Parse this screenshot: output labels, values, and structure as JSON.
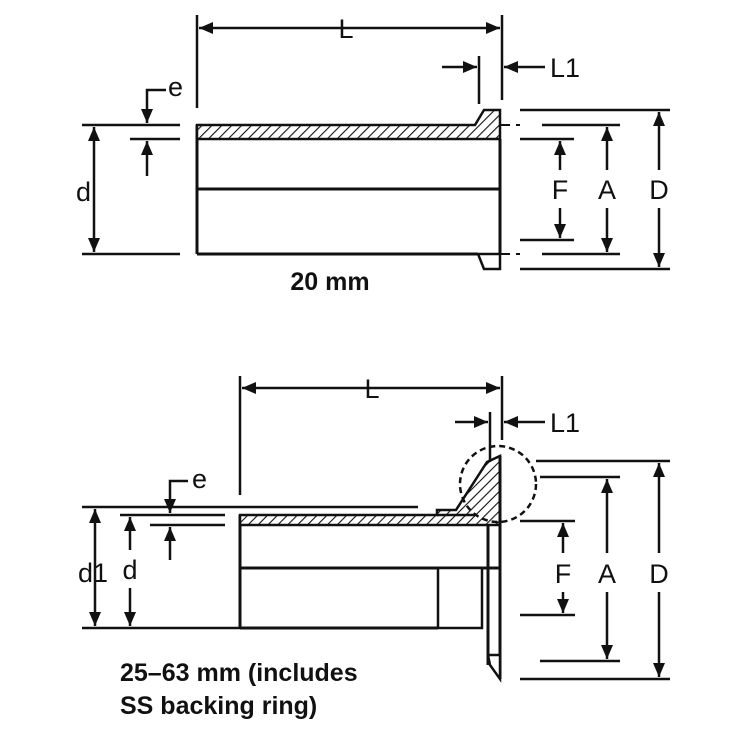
{
  "top_view": {
    "dim_L": "L",
    "dim_L1": "L1",
    "dim_e": "e",
    "dim_d": "d",
    "dim_F": "F",
    "dim_A": "A",
    "dim_D": "D",
    "caption": "20 mm"
  },
  "bottom_view": {
    "dim_L": "L",
    "dim_L1": "L1",
    "dim_e": "e",
    "dim_d1": "d1",
    "dim_d": "d",
    "dim_F": "F",
    "dim_A": "A",
    "dim_D": "D",
    "caption_line1": "25–63 mm (includes",
    "caption_line2": "SS backing ring)"
  }
}
